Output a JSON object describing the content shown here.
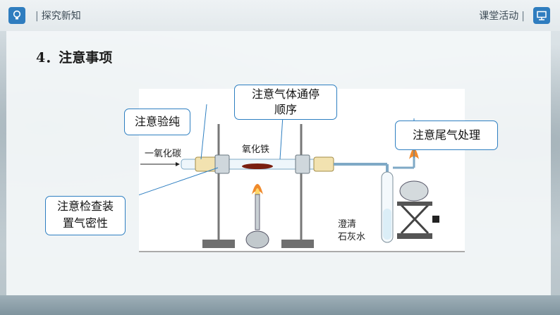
{
  "header": {
    "section_label": "探究新知",
    "activity_label": "课堂活动",
    "separator": "|"
  },
  "main": {
    "heading": "4．注意事项"
  },
  "callouts": {
    "purity": "注意验纯",
    "gas_order_line1": "注意气体通停",
    "gas_order_line2": "顺序",
    "tail_gas": "注意尾气处理",
    "airtight_line1": "注意检查装",
    "airtight_line2": "置气密性"
  },
  "diagram": {
    "co_label": "一氧化碳",
    "iron_oxide_label": "氧化铁",
    "limewater_line1": "澄清",
    "limewater_line2": "石灰水"
  },
  "colors": {
    "accent": "#2e7fc1",
    "header_icon": "#2f7dbf"
  },
  "icons": {
    "left": "lightbulb-icon",
    "right": "presentation-board-icon"
  }
}
